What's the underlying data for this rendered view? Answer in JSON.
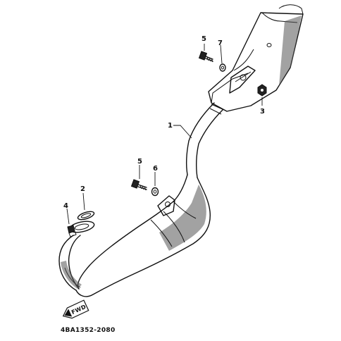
{
  "diagram": {
    "drawing_code": "4BA1352-2080",
    "direction_mark": "FWD",
    "callouts": {
      "muffler_pipe": "1",
      "gasket": "2",
      "nut_upper": "3",
      "stud_bolt": "4",
      "bolt_upper": "5",
      "bolt_lower": "5",
      "collar": "6",
      "washer": "7"
    }
  }
}
